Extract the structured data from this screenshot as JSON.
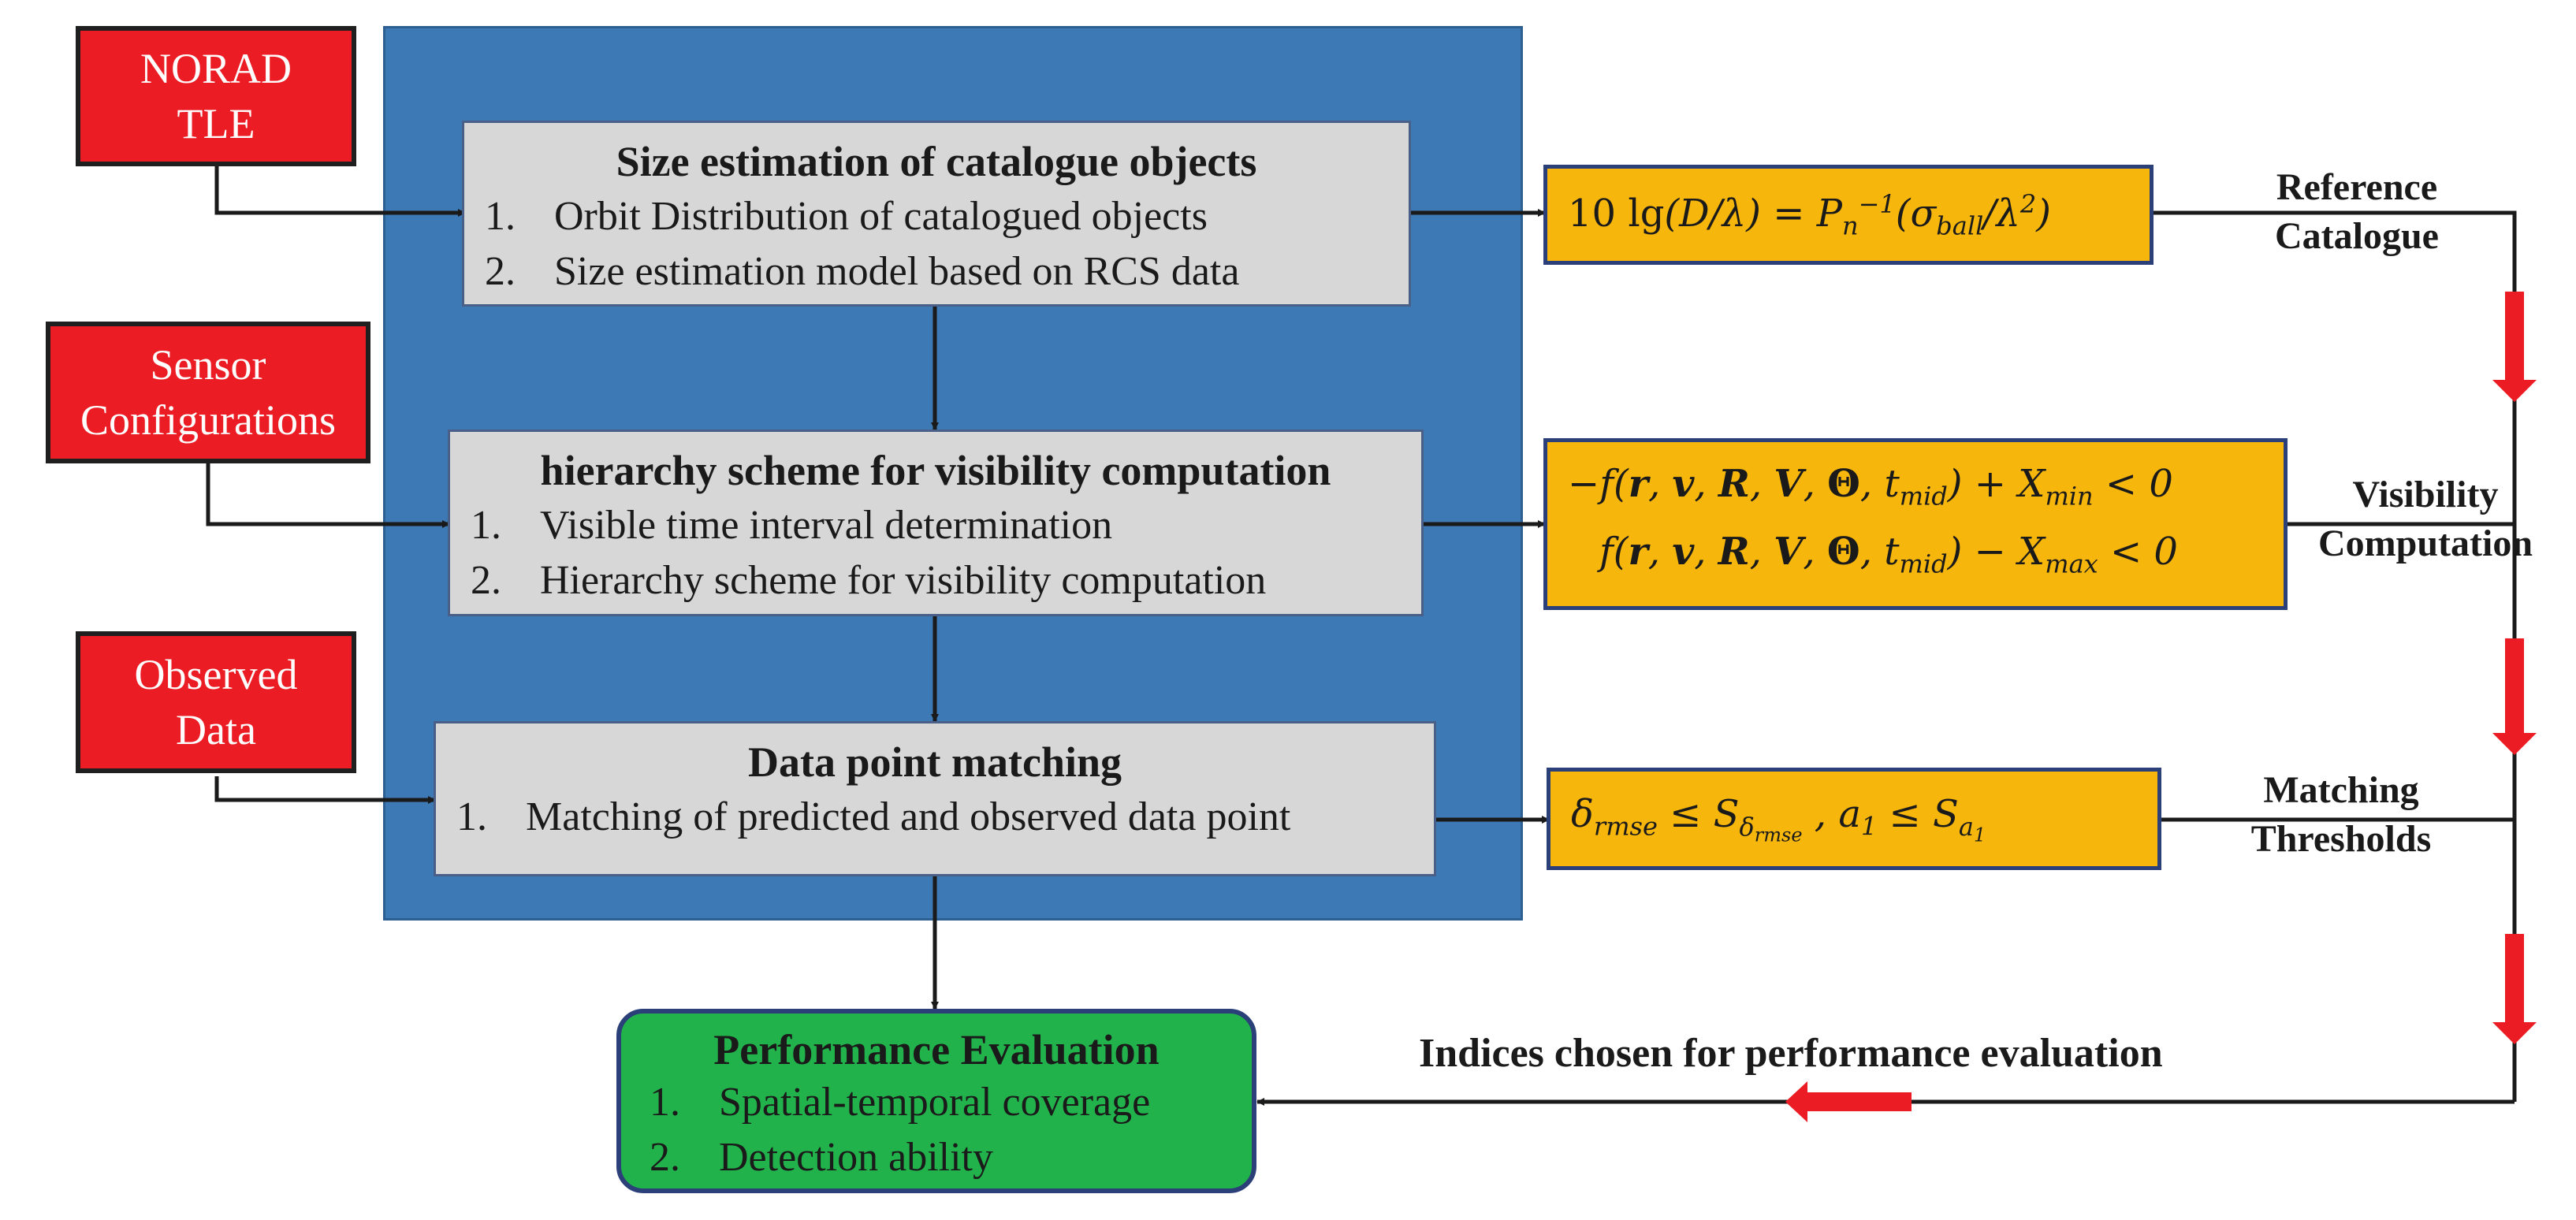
{
  "inputs": {
    "norad": [
      "NORAD",
      "TLE"
    ],
    "sensor": [
      "Sensor",
      "Configurations"
    ],
    "observed": [
      "Observed",
      "Data"
    ]
  },
  "steps": {
    "size": {
      "title": "Size estimation of catalogue objects",
      "items": [
        {
          "num": "1.",
          "text": "Orbit Distribution of catalogued objects"
        },
        {
          "num": "2.",
          "text": "Size estimation model based on RCS data"
        }
      ]
    },
    "hierarchy": {
      "title": "hierarchy scheme for visibility computation",
      "items": [
        {
          "num": "1.",
          "text": "Visible time interval determination"
        },
        {
          "num": "2.",
          "text": "Hierarchy scheme for visibility computation"
        }
      ]
    },
    "matching": {
      "title": "Data point matching",
      "items": [
        {
          "num": "1.",
          "text": "Matching of predicted and observed data point"
        }
      ]
    }
  },
  "evaluation": {
    "title": "Performance Evaluation",
    "items": [
      {
        "num": "1.",
        "text": "Spatial-temporal coverage"
      },
      {
        "num": "2.",
        "text": "Detection ability"
      }
    ]
  },
  "formulas": {
    "size": "10 lg(D/λ) = Pn−1(σball/λ2)",
    "visibility": [
      "−f(r, v, R, V, Θ, tmid) + Xmin < 0",
      "f(r, v, R, V, Θ, tmid) − Xmax < 0"
    ],
    "matching": "δrmse ≤ Sδrmse , a1 ≤ Sa1"
  },
  "labels": {
    "reference": [
      "Reference",
      "Catalogue"
    ],
    "visibility": [
      "Visibility",
      "Computation"
    ],
    "matching": [
      "Matching",
      "Thresholds"
    ],
    "indices": "Indices chosen for performance evaluation"
  },
  "colors": {
    "input_red": "#ec1c24",
    "panel_blue": "#3d7ab5",
    "step_grey": "#d7d7d7",
    "formula_orange": "#f6b60b",
    "evaluation_green": "#22b24c",
    "flow_arrow_red": "#ec1c24"
  },
  "icons": {
    "flow_arrow": "red-down-arrow",
    "return_arrow": "red-left-arrow"
  }
}
